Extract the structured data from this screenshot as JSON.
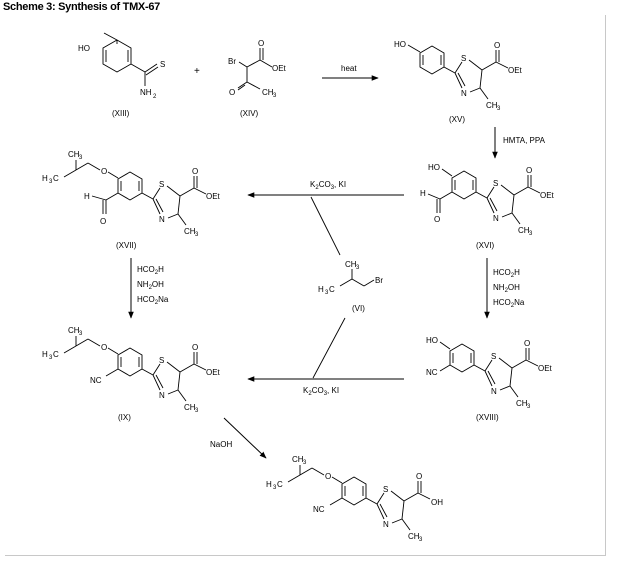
{
  "title": "Scheme 3: Synthesis of TMX-67",
  "compounds": {
    "XIII": "(XIII)",
    "XIV": "(XIV)",
    "XV": "(XV)",
    "XVI": "(XVI)",
    "XVII": "(XVII)",
    "XVIII": "(XVIII)",
    "VI": "(VI)",
    "IX": "(IX)"
  },
  "atoms": {
    "HO": "HO",
    "S": "S",
    "NH2": "NH",
    "two": "2",
    "Br": "Br",
    "O": "O",
    "OEt": "OEt",
    "OH": "OH",
    "N": "N",
    "CH": "CH",
    "three": "3",
    "H": "H",
    "CN": "NC",
    "H3C": "H",
    "C": "C"
  },
  "symbols": {
    "plus": "+"
  },
  "reagents": {
    "heat": "heat",
    "hmta": "HMTA, PPA",
    "k2co3_ki": [
      "K",
      "2",
      "CO",
      "3",
      ", KI"
    ],
    "hco2h": [
      "HCO",
      "2",
      "H"
    ],
    "nh2oh": [
      "NH",
      "2",
      "OH"
    ],
    "hco2na": [
      "HCO",
      "2",
      "Na"
    ],
    "naoh": "NaOH"
  }
}
